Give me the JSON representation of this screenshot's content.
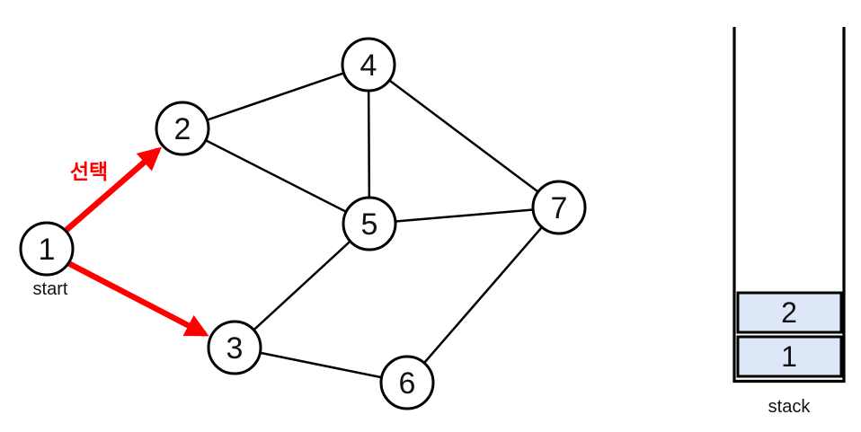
{
  "colors": {
    "accent_red": "#fe0000",
    "edge_black": "#000000",
    "start_node_fill": "#d9d9d9",
    "selected_node_fill": "#fadcdc",
    "node_default_fill": "#ffffff",
    "stack_cell_fill": "#dee7f8"
  },
  "labels": {
    "select": "선택",
    "start": "start",
    "stack": "stack"
  },
  "graph": {
    "nodes": [
      {
        "id": "1",
        "label": "1",
        "state": "start"
      },
      {
        "id": "2",
        "label": "2",
        "state": "selected"
      },
      {
        "id": "3",
        "label": "3",
        "state": "default"
      },
      {
        "id": "4",
        "label": "4",
        "state": "default"
      },
      {
        "id": "5",
        "label": "5",
        "state": "default"
      },
      {
        "id": "6",
        "label": "6",
        "state": "default"
      },
      {
        "id": "7",
        "label": "7",
        "state": "default"
      }
    ],
    "edges": [
      [
        "2",
        "4"
      ],
      [
        "2",
        "5"
      ],
      [
        "4",
        "5"
      ],
      [
        "4",
        "7"
      ],
      [
        "5",
        "7"
      ],
      [
        "3",
        "5"
      ],
      [
        "3",
        "6"
      ],
      [
        "6",
        "7"
      ]
    ],
    "red_directed_edges": [
      {
        "from": "1",
        "to": "2",
        "label": "선택"
      },
      {
        "from": "1",
        "to": "3",
        "label": ""
      }
    ]
  },
  "stack": {
    "items_top_to_bottom": [
      "2",
      "1"
    ],
    "label": "stack"
  }
}
